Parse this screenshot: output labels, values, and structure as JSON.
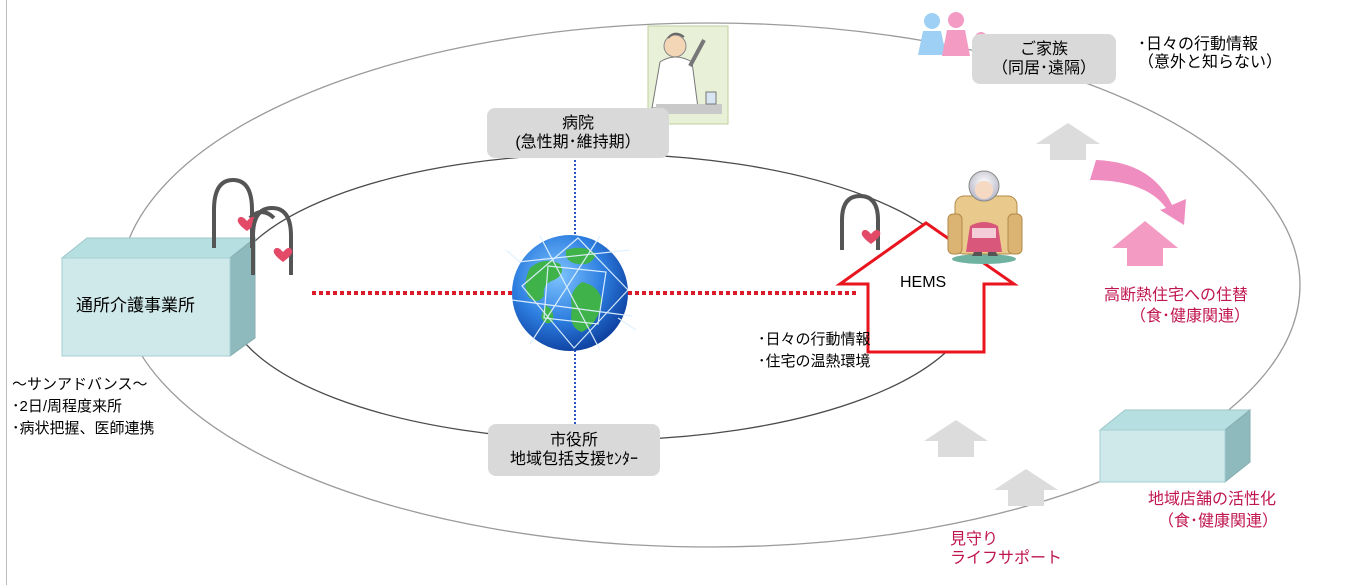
{
  "day_care": {
    "name": "通所介護事業所",
    "desc_lines": [
      "～サンアドバンス～",
      "･2日/周程度来所",
      "･病状把握、医師連携"
    ]
  },
  "hospital": {
    "line1": "病院",
    "line2": "(急性期･維持期）"
  },
  "city_hall": {
    "line1": "市役所",
    "line2": "地域包括支援ｾﾝﾀｰ"
  },
  "family": {
    "line1": "ご家族",
    "line2": "（同居･遠隔）",
    "note_line1": "･日々の行動情報",
    "note_line2": "（意外と知らない）"
  },
  "hems": {
    "label": "HEMS"
  },
  "home_info": {
    "line1": "･日々の行動情報",
    "line2": "･住宅の温熱環境"
  },
  "relocation": {
    "line1": "高断熱住宅への住替",
    "line2": "（食･健康関連）"
  },
  "stores": {
    "line1": "地域店舗の活性化",
    "line2": "（食･健康関連）"
  },
  "watch": {
    "line1": "見守り",
    "line2": "ライフサポート"
  },
  "colors": {
    "link_red": "#dd1c2a",
    "link_blue": "#2b54c8",
    "box_teal": "#cfe9ea",
    "pink_accent": "#c0164f",
    "arrow_gray": "#dcdcdc"
  }
}
